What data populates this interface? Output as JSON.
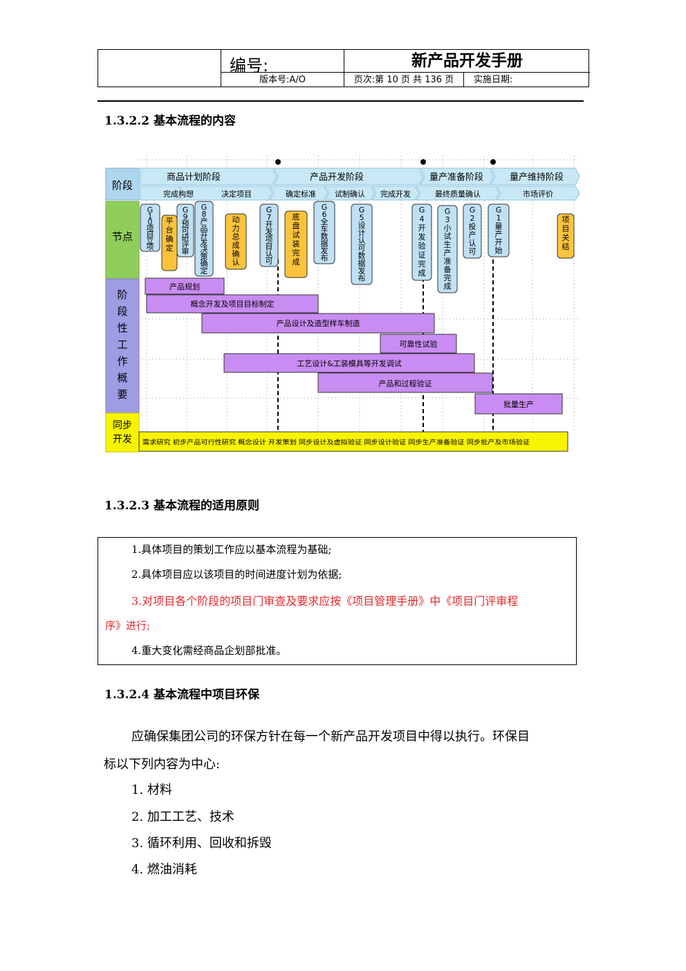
{
  "header": {
    "code_label": "编号:",
    "title": "新产品开发手册",
    "version": "版本号:A/O",
    "page": "页次:第 10 页  共 136 页",
    "date": "实施日期:"
  },
  "sections": {
    "s1": "1.3.2.2 基本流程的内容",
    "s2": "1.3.2.3 基本流程的适用原则",
    "s3": "1.3.2.4 基本流程中项目环保"
  },
  "diagram": {
    "row_labels": {
      "stage": "阶段",
      "node": "节点",
      "work": "阶段性工作概要",
      "sync": "同步开发"
    },
    "stages": [
      "商品计划阶段",
      "产品开发阶段",
      "量产准备阶段",
      "量产维持阶段"
    ],
    "substages": [
      "完成构想",
      "决定项目",
      "确定标准",
      "试制确认",
      "完成开发",
      "最终质量确认",
      "市场评价"
    ],
    "nodes": [
      {
        "text": "G10项目立项",
        "color": "#bfe0f5"
      },
      {
        "text": "平台确定",
        "color": "#fbc33c"
      },
      {
        "text": "G9预可研评审",
        "color": "#bfe0f5"
      },
      {
        "text": "G8产品开发决策确定",
        "color": "#bfe0f5"
      },
      {
        "text": "动力总成确认",
        "color": "#fbc33c"
      },
      {
        "text": "G7开发项目认可",
        "color": "#bfe0f5"
      },
      {
        "text": "底盘试装完成",
        "color": "#fbc33c"
      },
      {
        "text": "G6全车数据发布",
        "color": "#bfe0f5"
      },
      {
        "text": "G5设计认可数据发布",
        "color": "#bfe0f5"
      },
      {
        "text": "G4开发验证完成",
        "color": "#bfe0f5"
      },
      {
        "text": "G3小试生产准备完成",
        "color": "#bfe0f5"
      },
      {
        "text": "G2投产认可",
        "color": "#bfe0f5"
      },
      {
        "text": "G1量产开始",
        "color": "#bfe0f5"
      },
      {
        "text": "项目关结",
        "color": "#fbc33c"
      }
    ],
    "tasks": [
      "产品规划",
      "概念开发及项目目标制定",
      "产品设计及造型样车制造",
      "可靠性试验",
      "工艺设计&工装模具等开发调试",
      "产品和过程验证",
      "批量生产"
    ],
    "sync_text": "需求研究  初步产品可行性研究  概念设计  开发策划  同步设计及虚拟验证  同步设计验证  同步生产准备验证  同步批产及市场验证"
  },
  "rules": {
    "r1": "1.具体项目的策划工作应以基本流程为基础;",
    "r2": "2.具体项目应以该项目的时间进度计划为依据;",
    "r3a": "3.对项目各个阶段的项目门审查及要求应按《项目管理手册》中《项目门评审程",
    "r3b": "序》进行;",
    "r4": "4.重大变化需经商品企划部批准。"
  },
  "env": {
    "p1": "应确保集团公司的环保方针在每一个新产品开发项目中得以执行。环保目",
    "p2": "标以下列内容为中心:",
    "items": [
      "1.   材料",
      "2.   加工工艺、技术",
      "3.   循环利用、回收和拆毁",
      "4.   燃油消耗"
    ]
  }
}
